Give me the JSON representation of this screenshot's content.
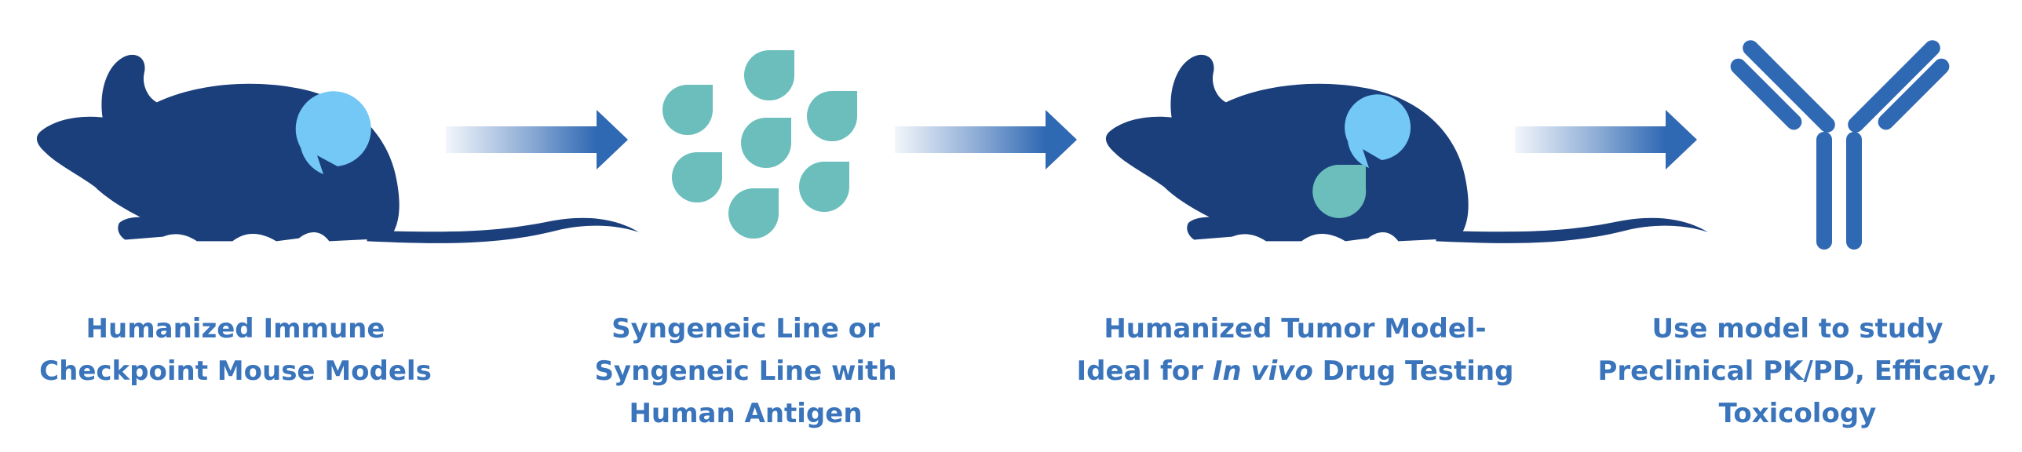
{
  "colors": {
    "mouse": "#1b3f7b",
    "tumor_light": "#74c8f5",
    "tumor_teal": "#6bbebc",
    "arrow": "#2f68b3",
    "antibody": "#2f68b3",
    "text": "#3a74bb"
  },
  "icons": [
    "mouse-icon",
    "tumor-cells-icon",
    "mouse-with-tumor-icon",
    "antibody-icon"
  ],
  "steps": [
    {
      "lines": [
        "Humanized Immune",
        "Checkpoint Mouse Models"
      ]
    },
    {
      "lines": [
        "Syngeneic Line or",
        "Syngeneic Line with",
        "Human Antigen"
      ]
    },
    {
      "line1": "Humanized Tumor Model-",
      "line2_before": "Ideal for ",
      "line2_italic": "In vivo",
      "line2_after": " Drug Testing"
    },
    {
      "lines": [
        "Use model to study",
        "Preclinical PK/PD, Efficacy,",
        "Toxicology"
      ]
    }
  ]
}
